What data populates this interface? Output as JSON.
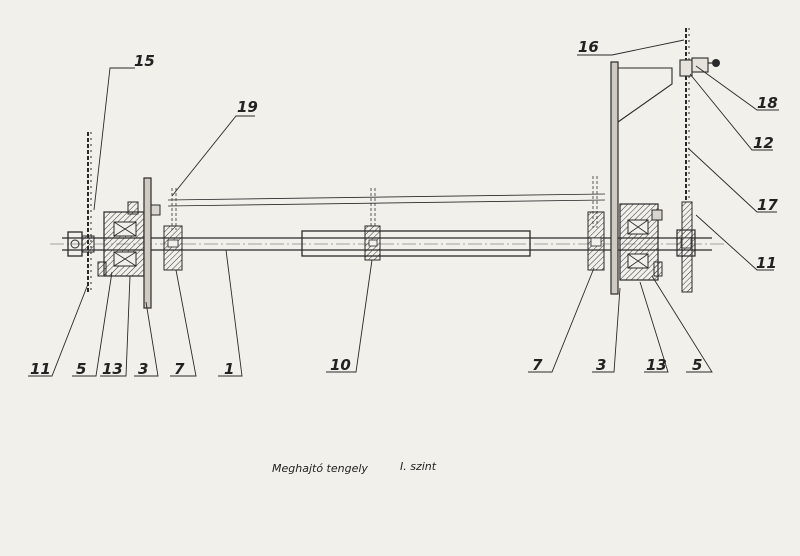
{
  "drawing": {
    "caption_main": "Meghajtó tengely",
    "caption_level": "I. szint",
    "labels": {
      "p15": "15",
      "p19": "19",
      "p16": "16",
      "p18": "18",
      "p12": "12",
      "p17": "17",
      "p11_right": "11",
      "p11_left": "11",
      "p5_left": "5",
      "p13_left": "13",
      "p3_left": "3",
      "p7_left": "7",
      "p1": "1",
      "p10": "10",
      "p7_right": "7",
      "p3_right": "3",
      "p13_right": "13",
      "p5_right": "5"
    },
    "colors": {
      "paper": "#f2f0eb",
      "ink": "#2a2a2a"
    }
  }
}
